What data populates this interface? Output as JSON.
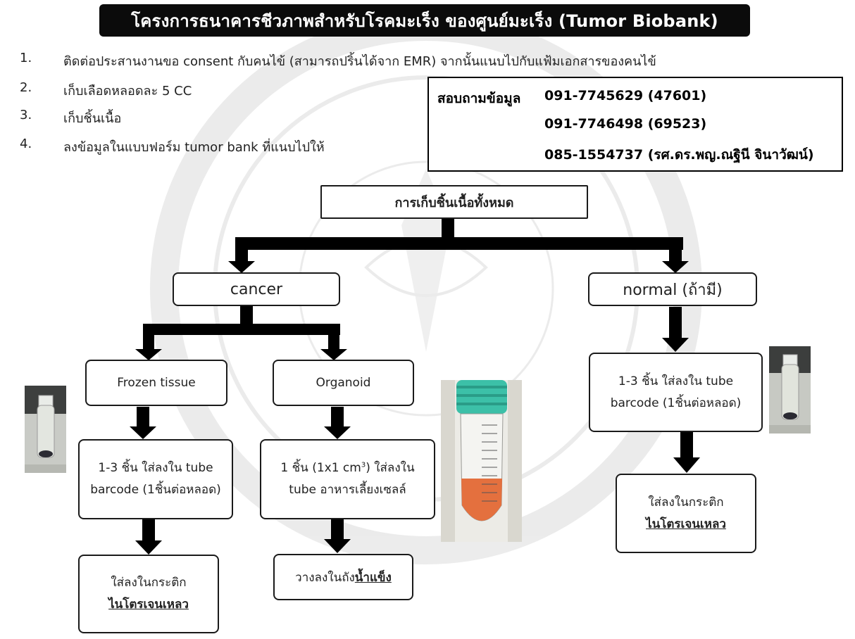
{
  "title": "โครงการธนาคารชีวภาพสำหรับโรคมะเร็ง ของศูนย์มะเร็ง (Tumor Biobank)",
  "steps": [
    {
      "num": "1.",
      "text": "ติดต่อประสานงานขอ consent กับคนไข้ (สามารถปริ้นได้จาก EMR) จากนั้นแนบไปกับแฟ้มเอกสารของคนไข้"
    },
    {
      "num": "2.",
      "text": "เก็บเลือดหลอดละ  5 CC"
    },
    {
      "num": "3.",
      "text": "เก็บชิ้นเนื้อ"
    },
    {
      "num": "4.",
      "text": "ลงข้อมูลในแบบฟอร์ม tumor bank ที่แนบไปให้"
    }
  ],
  "contact": {
    "label": "สอบถามข้อมูล",
    "phones": [
      "091-7745629 (47601)",
      "091-7746498 (69523)",
      "085-1554737 (รศ.ดร.พญ.ณฐินี จินาวัฒน์)"
    ]
  },
  "flow": {
    "root": "การเก็บชิ้นเนื้อทั้งหมด",
    "cancer": "cancer",
    "normal": "normal (ถ้ามี)",
    "frozen": "Frozen tissue",
    "organoid": "Organoid",
    "frozen_tube": "1-3 ชิ้น ใส่ลงใน tube barcode (1ชิ้นต่อหลอด)",
    "organoid_tube_a": "1 ชิ้น (1x1 cm",
    "organoid_tube_sup": "3",
    "organoid_tube_b": ") ใส่ลงใน tube อาหารเลี้ยงเซลล์",
    "normal_tube": "1-3 ชิ้น ใส่ลงใน tube barcode (1ชิ้นต่อหลอด)",
    "frozen_store_a": "ใส่ลงในกระติก",
    "frozen_store_b": "ไนโตรเจนเหลว",
    "organoid_store_a": "วางลงในถัง",
    "organoid_store_b": "น้ำแข็ง",
    "normal_store_a": "ใส่ลงในกระติก",
    "normal_store_b": "ไนโตรเจนเหลว"
  },
  "colors": {
    "title_bg": "#0b0b0b",
    "title_fg": "#ffffff",
    "arrow": "#000000",
    "tube_cap": "#3cc0a8",
    "medium": "#e4703e"
  }
}
